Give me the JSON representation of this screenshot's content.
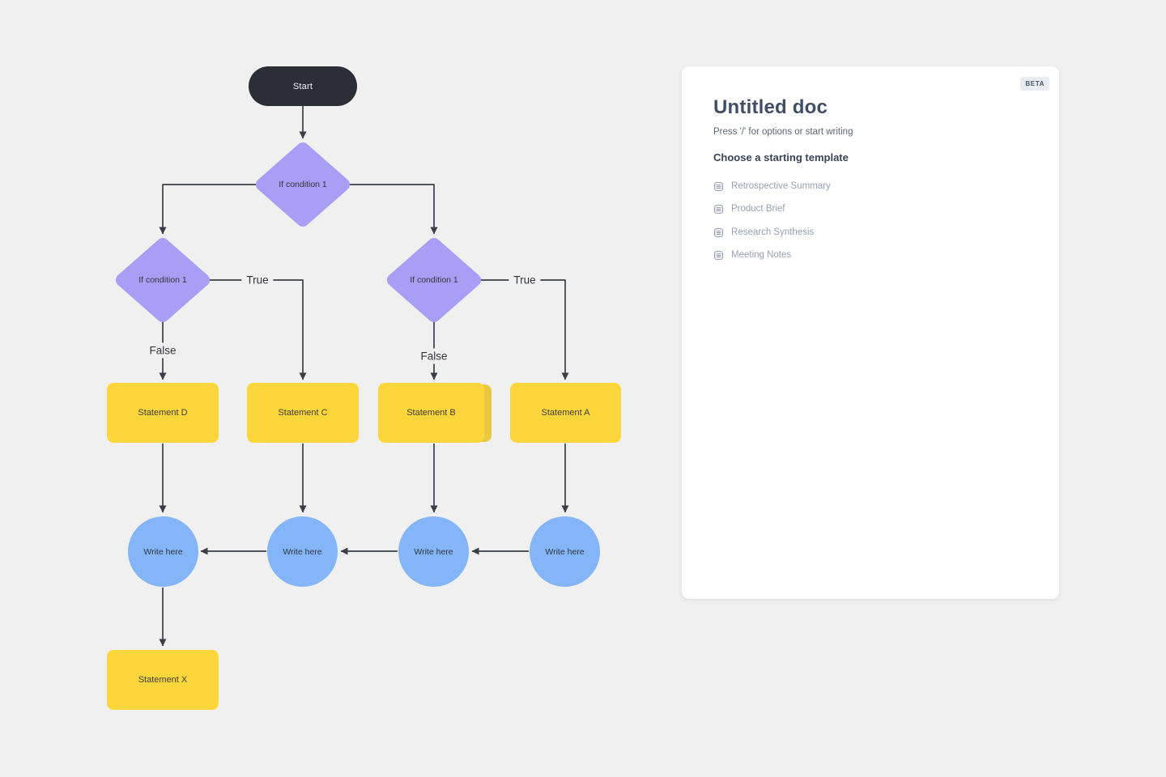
{
  "flowchart": {
    "nodes": {
      "start": "Start",
      "decision_top": "If condition 1",
      "decision_left": "If condition 1",
      "decision_right": "If condition 1",
      "statement_d": "Statement D",
      "statement_c": "Statement C",
      "statement_b": "Statement B",
      "statement_a": "Statement A",
      "statement_x": "Statement X",
      "write_1": "Write here",
      "write_2": "Write here",
      "write_3": "Write here",
      "write_4": "Write here"
    },
    "edge_labels": {
      "true_left": "True",
      "false_left": "False",
      "true_right": "True",
      "false_right": "False"
    },
    "colors": {
      "canvas_bg": "#f0f0f1",
      "terminator": "#2b2d37",
      "decision": "#a89ef6",
      "process": "#fdd63b",
      "io_circle": "#84b5f8",
      "connector": "#3b3e46"
    }
  },
  "doc_panel": {
    "beta_badge": "BETA",
    "title": "Untitled doc",
    "hint": "Press '/' for options or start writing",
    "section_heading": "Choose a starting template",
    "templates": [
      {
        "label": "Retrospective Summary"
      },
      {
        "label": "Product Brief"
      },
      {
        "label": "Research Synthesis"
      },
      {
        "label": "Meeting Notes"
      }
    ]
  }
}
